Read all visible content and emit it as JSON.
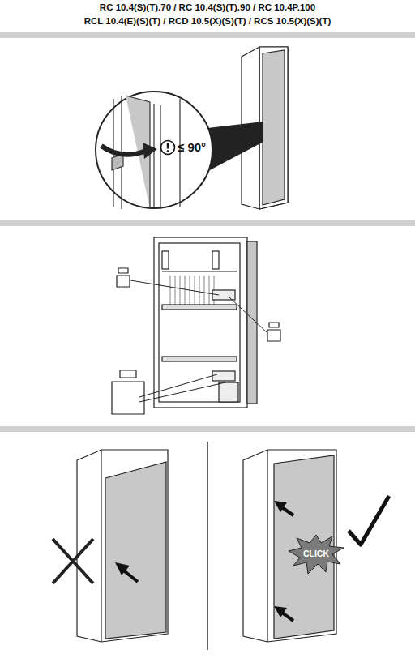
{
  "diagram": {
    "labels": [
      "RC 10.4(S)(T).70 / RC 10.4(S)(T).90 / RC 10.4P.100",
      "RCL 10.4(E)(S)(T) / RCD 10.5(X)(S)(T) / RCS 10.5(X)(S)(T)",
      "≤ 90°",
      "CLICK"
    ]
  }
}
